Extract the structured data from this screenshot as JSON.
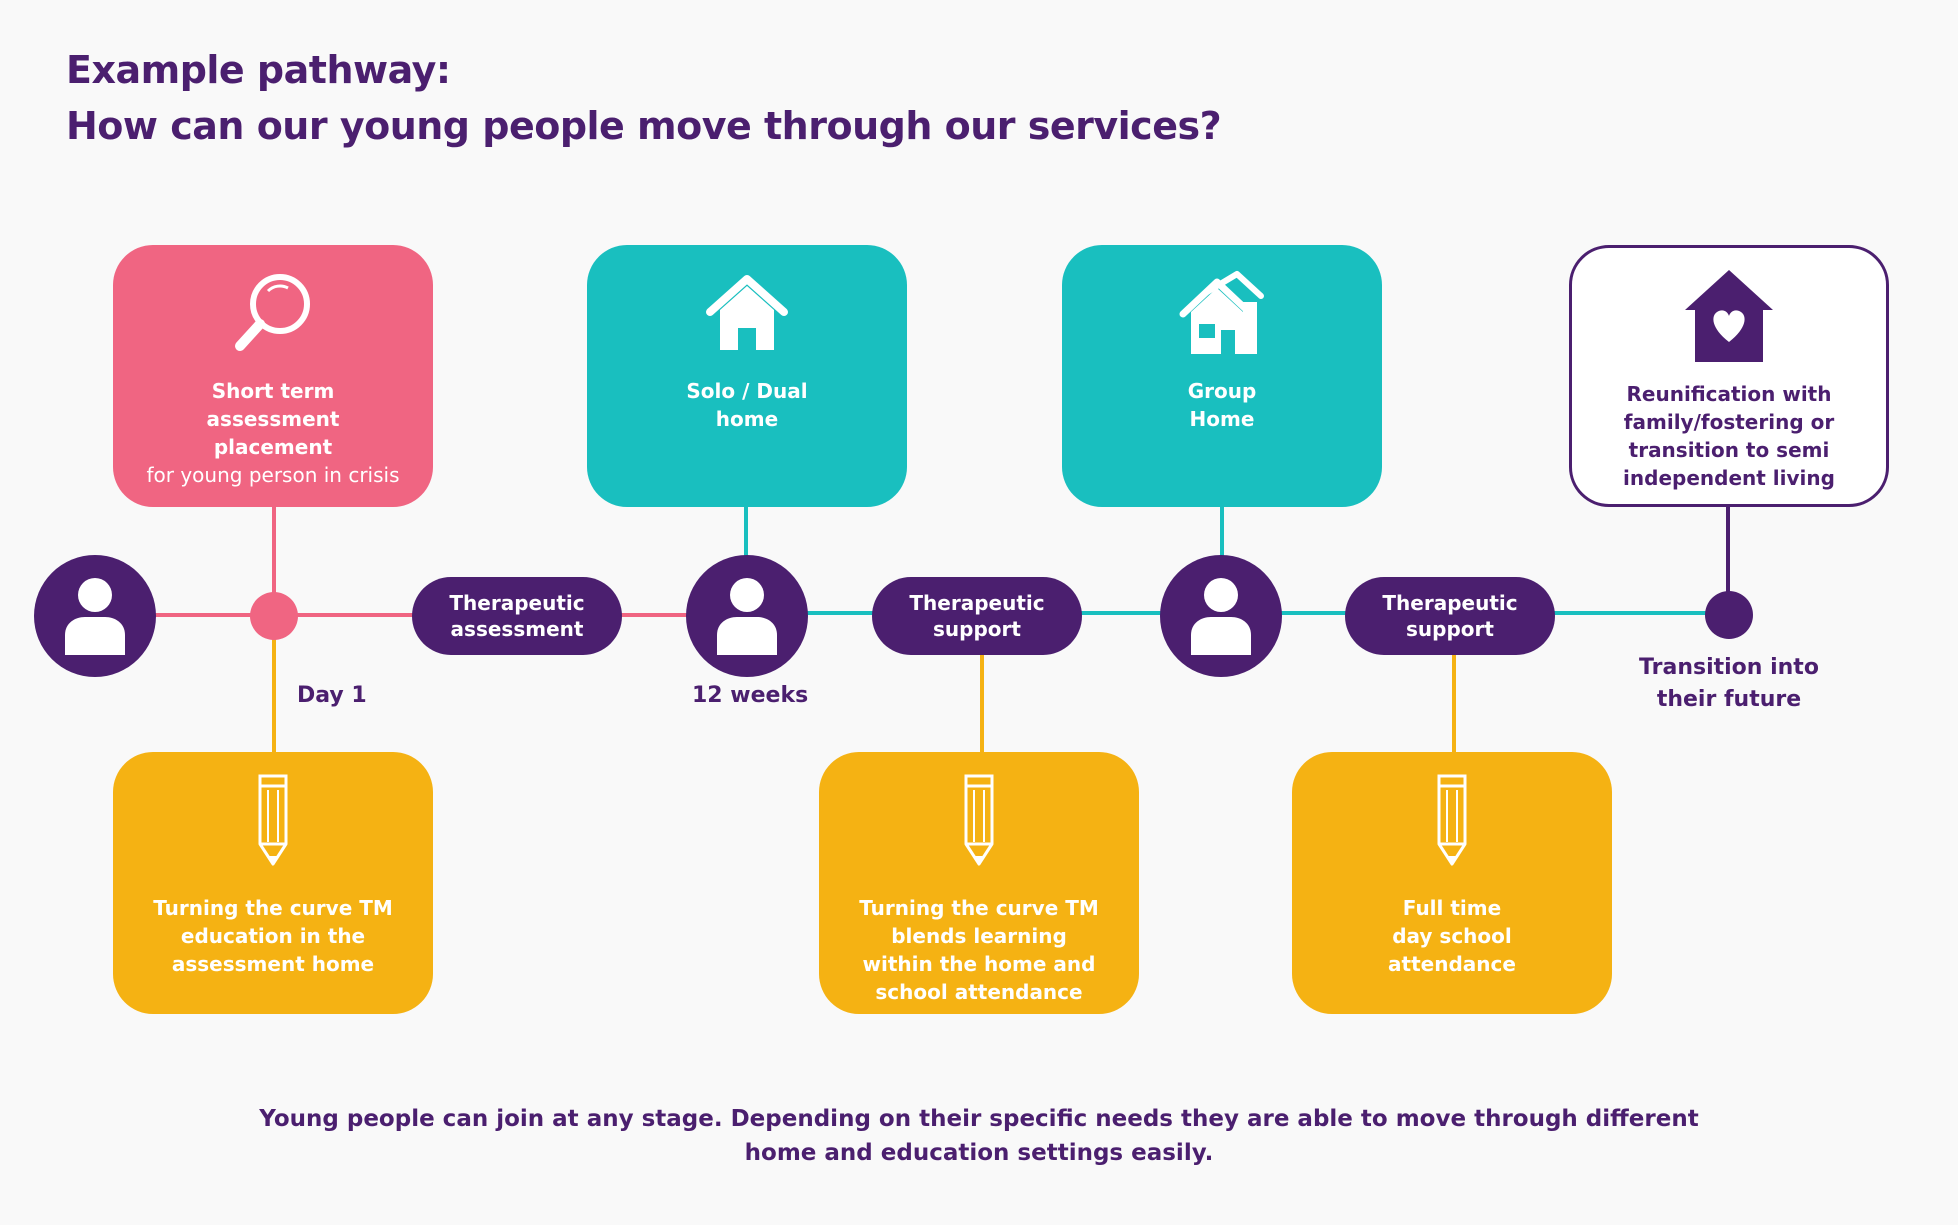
{
  "title": {
    "line1": "Example pathway:",
    "line2": "How can our young people move through our services?"
  },
  "colors": {
    "purple": "#4b1f6f",
    "pink": "#f06582",
    "teal": "#19bfbf",
    "yellow": "#f5b213"
  },
  "top_boxes": [
    {
      "icon": "magnifier-icon",
      "lines": [
        "Short term",
        "assessment",
        "placement"
      ],
      "subtext": "for young person in crisis"
    },
    {
      "icon": "house-icon",
      "lines": [
        "Solo / Dual",
        "home"
      ]
    },
    {
      "icon": "group-home-icon",
      "lines": [
        "Group",
        "Home"
      ]
    },
    {
      "icon": "heart-house-icon",
      "lines": [
        "Reunification with",
        "family/fostering or",
        "transition to semi",
        "independent living"
      ]
    }
  ],
  "bottom_boxes": [
    {
      "icon": "pencil-icon",
      "lines": [
        "Turning the curve TM",
        "education in the",
        "assessment home"
      ]
    },
    {
      "icon": "pencil-icon",
      "lines": [
        "Turning the curve TM",
        "blends learning",
        "within the home and",
        "school attendance"
      ]
    },
    {
      "icon": "pencil-icon",
      "lines": [
        "Full time",
        "day school",
        "attendance"
      ]
    }
  ],
  "pills": [
    {
      "lines": [
        "Therapeutic",
        "assessment"
      ]
    },
    {
      "lines": [
        "Therapeutic",
        "support"
      ]
    },
    {
      "lines": [
        "Therapeutic",
        "support"
      ]
    }
  ],
  "milestones": {
    "day1": "Day 1",
    "weeks12": "12 weeks",
    "transition_line1": "Transition  into",
    "transition_line2": "their future"
  },
  "footer": {
    "line1": "Young people can join at any stage. Depending on their specific needs they are able to move through different",
    "line2": "home and education settings easily."
  }
}
